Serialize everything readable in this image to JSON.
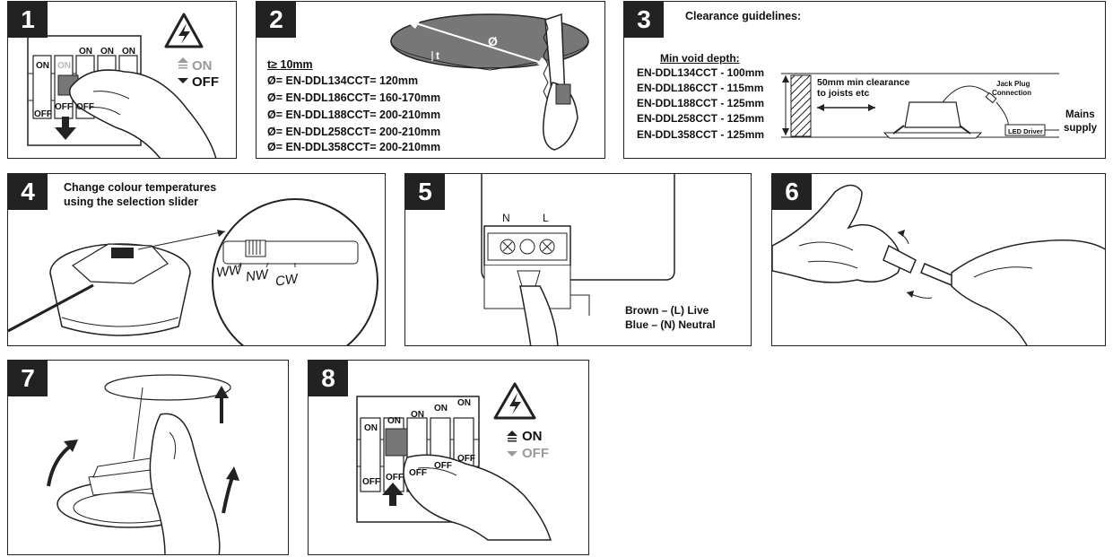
{
  "steps": {
    "s1": {
      "number": "1",
      "switch_labels": [
        "ON",
        "ON",
        "ON",
        "ON",
        "ON",
        "OFF",
        "OFF",
        "OFF"
      ],
      "on_label": "ON",
      "off_label": "OFF"
    },
    "s2": {
      "number": "2",
      "spec_lines": [
        "t≥ 10mm",
        "Ø= EN-DDL134CCT= 120mm",
        "Ø= EN-DDL186CCT= 160-170mm",
        "Ø= EN-DDL188CCT= 200-210mm",
        "Ø= EN-DDL258CCT= 200-210mm",
        "Ø= EN-DDL358CCT= 200-210mm"
      ],
      "diameter_symbol": "Ø",
      "thickness_symbol": "t"
    },
    "s3": {
      "number": "3",
      "title": "Clearance guidelines:",
      "subtitle": "Min void depth:",
      "void_lines": [
        "EN-DDL134CCT -  100mm",
        "EN-DDL186CCT -  115mm",
        "EN-DDL188CCT -  125mm",
        "EN-DDL258CCT -  125mm",
        "EN-DDL358CCT -  125mm"
      ],
      "clearance_line1": "50mm min clearance",
      "clearance_line2": "to joists etc",
      "jack_line1": "Jack Plug",
      "jack_line2": "Connection",
      "driver_label": "LED Driver",
      "mains_line1": "Mains",
      "mains_line2": "supply"
    },
    "s4": {
      "number": "4",
      "caption_line1": "Change colour temperatures",
      "caption_line2": "using the selection slider",
      "slider_labels": [
        "WW",
        "NW",
        "CW"
      ]
    },
    "s5": {
      "number": "5",
      "terminal_n": "N",
      "terminal_l": "L",
      "wire_line1": "Brown – (L) Live",
      "wire_line2": "Blue – (N) Neutral"
    },
    "s6": {
      "number": "6"
    },
    "s7": {
      "number": "7"
    },
    "s8": {
      "number": "8",
      "switch_labels": [
        "ON",
        "ON",
        "ON",
        "ON",
        "ON",
        "OFF",
        "OFF",
        "OFF",
        "OFF",
        "OFF"
      ],
      "on_label": "ON",
      "off_label": "OFF"
    }
  },
  "colors": {
    "ink": "#222222",
    "grey_dim": "#9a9a9a",
    "void_grey": "#666666"
  }
}
